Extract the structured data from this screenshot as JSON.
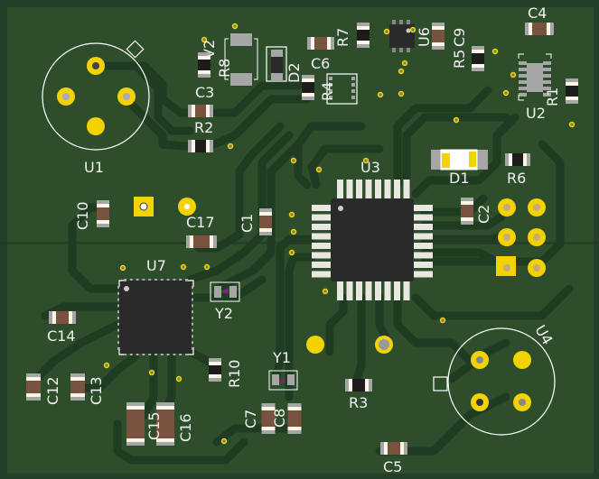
{
  "board": {
    "colors": {
      "board_edge": "#233f27",
      "soldermask": "#2e4d2b",
      "trace": "#1f3b22",
      "silkscreen": "#f2f2f2",
      "pad_gold": "#f2d200",
      "pad_gray": "#a6a6a6",
      "ic_body": "#2a2a2a",
      "capacitor_body": "#7a5240",
      "resistor_body": "#1c1c1c"
    }
  },
  "labels": {
    "U1": "U1",
    "U2": "U2",
    "U3": "U3",
    "U4": "U4",
    "U6": "U6",
    "U7": "U7",
    "C1": "C1",
    "C2": "C2",
    "C3": "C3",
    "C4": "C4",
    "C5": "C5",
    "C6": "C6",
    "C7": "C7",
    "C8": "C8",
    "C9": "C9",
    "C10": "C10",
    "C12": "C12",
    "C13": "C13",
    "C14": "C14",
    "C15": "C15",
    "C16": "C16",
    "C17": "C17",
    "R1": "R1",
    "R2": "R2",
    "R3": "R3",
    "R4": "R4",
    "R5": "R5",
    "R6": "R6",
    "R7": "R7",
    "R8": "R8",
    "R10": "R10",
    "D1": "D1",
    "D2": "D2",
    "V2": "V2",
    "Y1": "Y1",
    "Y2": "Y2"
  }
}
